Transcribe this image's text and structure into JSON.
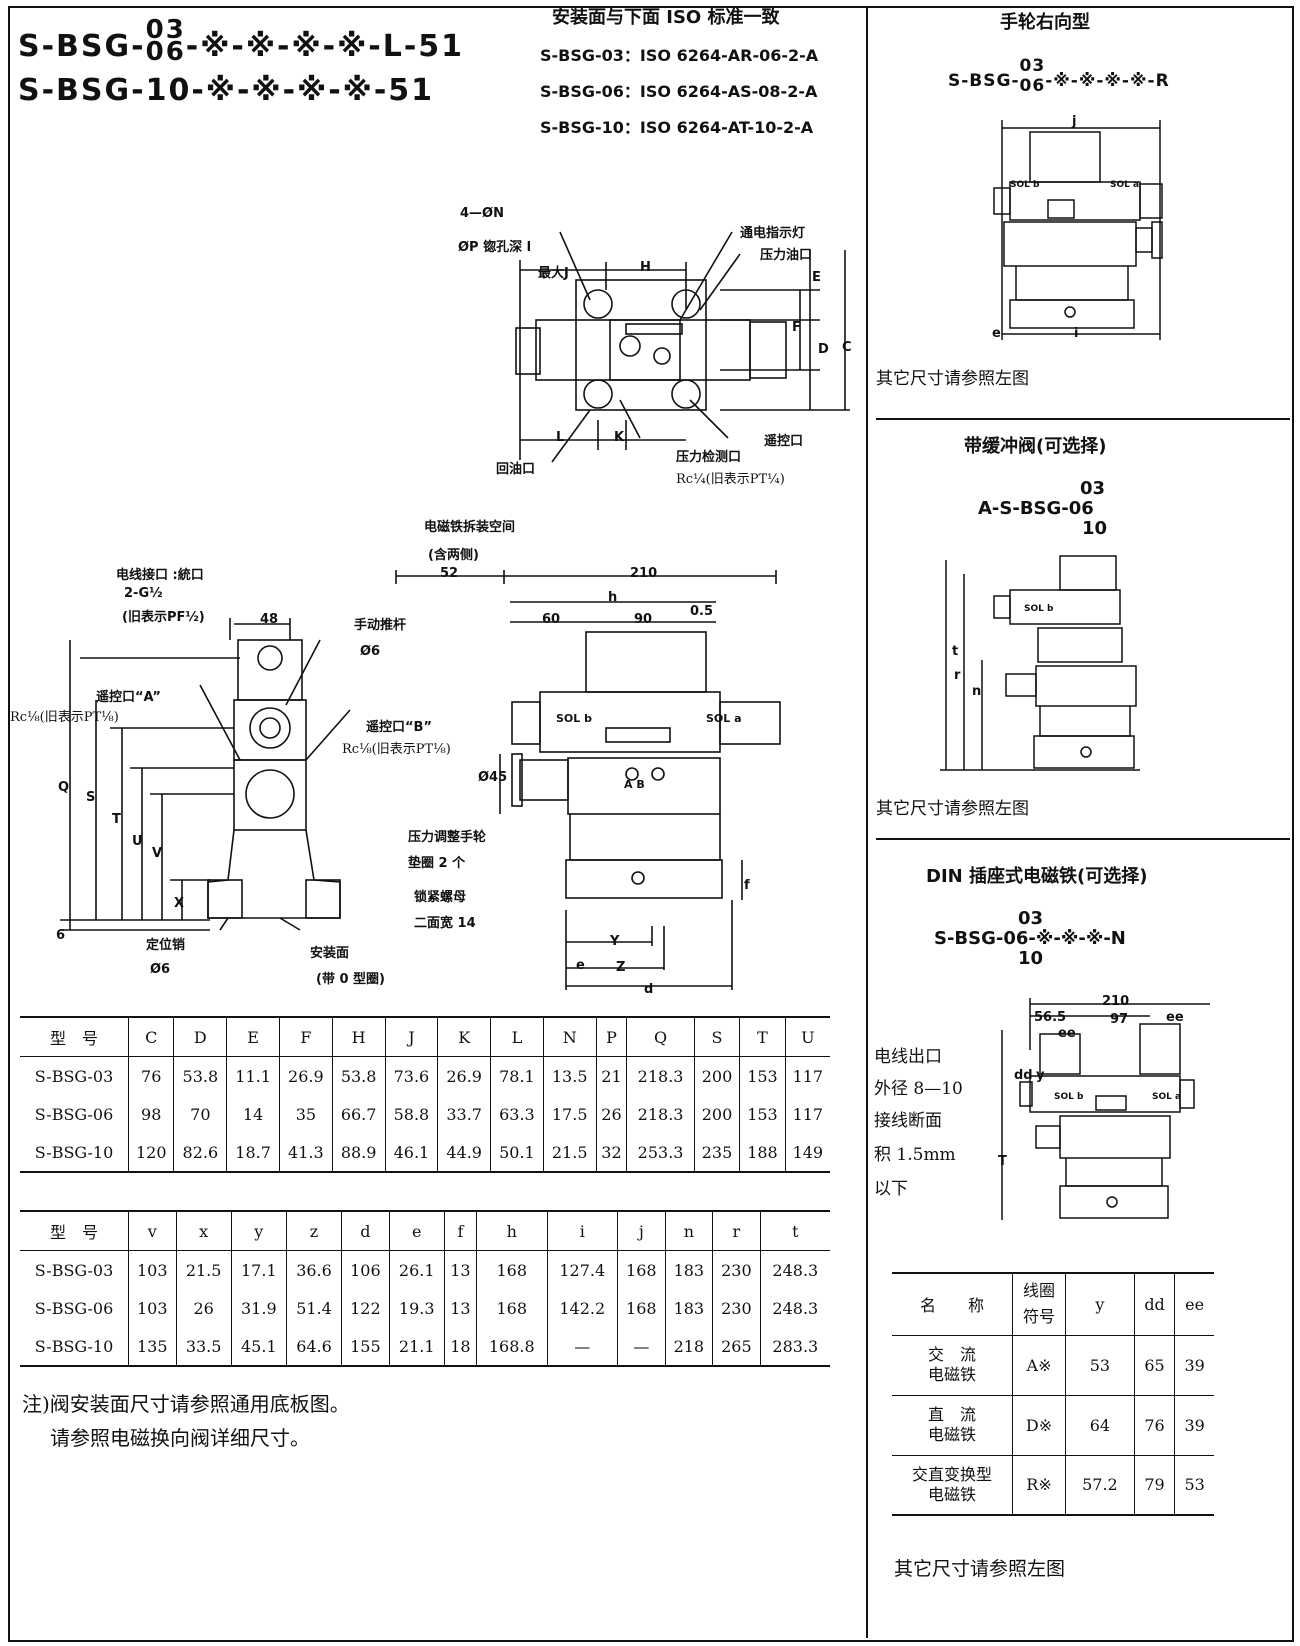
{
  "header": {
    "model_line1_prefix": "S-BSG-",
    "model_line1_top": "03",
    "model_line1_bottom": "06",
    "model_line1_suffix": "-※-※-※-※-L-51",
    "model_line2": "S-BSG-10-※-※-※-※-51"
  },
  "iso": {
    "title": "安装面与下面 ISO 标准一致",
    "lines": [
      "S-BSG-03：ISO 6264-AR-06-2-A",
      "S-BSG-06：ISO 6264-AS-08-2-A",
      "S-BSG-10：ISO 6264-AT-10-2-A"
    ]
  },
  "top_drawing": {
    "hole_spec": "4—ØN",
    "counterbore": "ØP 锪孔深 l",
    "max_j": "最大J",
    "h": "H",
    "indicator": "通电指示灯",
    "pressure_port": "压力油口",
    "e": "E",
    "f": "F",
    "d": "D",
    "c": "C",
    "l": "L",
    "k": "K",
    "return_port": "回油口",
    "check_port": "压力检测口",
    "check_spec": "Rc¼(旧表示PT¼)",
    "remote_port": "遥控口"
  },
  "side_drawing": {
    "wire_port": "电线接口 :統口",
    "wire_spec": "2-G½",
    "wire_old": "(旧表示PF½)",
    "dim_48": "48",
    "manual_pusher": "手动推杆",
    "manual_dia": "Ø6",
    "remote_a": "遥控口“A”",
    "remote_a_spec": "Rc⅛(旧表示PT⅛)",
    "remote_b": "遥控口“B”",
    "remote_b_spec": "Rc⅛(旧表示PT⅛)",
    "q": "Q",
    "s": "S",
    "t": "T",
    "u": "U",
    "v": "V",
    "x": "X",
    "six": "6",
    "locating_pin": "定位销",
    "pin_dia": "Ø6",
    "mount_face": "安装面",
    "o_ring": "(带 0 型圈)"
  },
  "front_drawing": {
    "removal_space": "电磁铁拆装空间",
    "both_sides": "(含两侧)",
    "dim_52": "52",
    "dim_210": "210",
    "h": "h",
    "dim_60": "60",
    "dim_90": "90",
    "dim_05": "0.5",
    "sol_b": "SOL b",
    "sol_a": "SOL a",
    "phi45": "Ø45",
    "ab": "A  B",
    "knob": "压力调整手轮",
    "washer": "垫圈 2 个",
    "nut": "锁紧螺母",
    "width": "二面宽 14",
    "y": "Y",
    "e": "e",
    "z": "Z",
    "d": "d",
    "f": "f"
  },
  "table1": {
    "headers": [
      "型　号",
      "C",
      "D",
      "E",
      "F",
      "H",
      "J",
      "K",
      "L",
      "N",
      "P",
      "Q",
      "S",
      "T",
      "U"
    ],
    "rows": [
      [
        "S-BSG-03",
        "76",
        "53.8",
        "11.1",
        "26.9",
        "53.8",
        "73.6",
        "26.9",
        "78.1",
        "13.5",
        "21",
        "218.3",
        "200",
        "153",
        "117"
      ],
      [
        "S-BSG-06",
        "98",
        "70",
        "14",
        "35",
        "66.7",
        "58.8",
        "33.7",
        "63.3",
        "17.5",
        "26",
        "218.3",
        "200",
        "153",
        "117"
      ],
      [
        "S-BSG-10",
        "120",
        "82.6",
        "18.7",
        "41.3",
        "88.9",
        "46.1",
        "44.9",
        "50.1",
        "21.5",
        "32",
        "253.3",
        "235",
        "188",
        "149"
      ]
    ]
  },
  "table2": {
    "headers": [
      "型　号",
      "v",
      "x",
      "y",
      "z",
      "d",
      "e",
      "f",
      "h",
      "i",
      "j",
      "n",
      "r",
      "t"
    ],
    "rows": [
      [
        "S-BSG-03",
        "103",
        "21.5",
        "17.1",
        "36.6",
        "106",
        "26.1",
        "13",
        "168",
        "127.4",
        "168",
        "183",
        "230",
        "248.3"
      ],
      [
        "S-BSG-06",
        "103",
        "26",
        "31.9",
        "51.4",
        "122",
        "19.3",
        "13",
        "168",
        "142.2",
        "168",
        "183",
        "230",
        "248.3"
      ],
      [
        "S-BSG-10",
        "135",
        "33.5",
        "45.1",
        "64.6",
        "155",
        "21.1",
        "18",
        "168.8",
        "—",
        "—",
        "218",
        "265",
        "283.3"
      ]
    ]
  },
  "notes": [
    "注)阀安装面尺寸请参照通用底板图。",
    "请参照电磁换向阀详细尺寸。"
  ],
  "right_panel": {
    "hand_title": "手轮右向型",
    "hand_model_prefix": "S-BSG-",
    "hand_model_top": "03",
    "hand_model_bottom": "06",
    "hand_model_suffix": "-※-※-※-※-R",
    "hand_j": "j",
    "hand_e": "e",
    "hand_i": "i",
    "hand_sol_a": "SOL a",
    "hand_sol_b": "SOL b",
    "hand_note": "其它尺寸请参照左图",
    "cushion_title": "带缓冲阀(可选择)",
    "cushion_top": "03",
    "cushion_mid": "A-S-BSG-06",
    "cushion_bottom": "10",
    "cushion_t": "t",
    "cushion_r": "r",
    "cushion_n": "n",
    "cushion_sol": "SOL b",
    "cushion_note": "其它尺寸请参照左图",
    "din_title": "DIN 插座式电磁铁(可选择)",
    "din_top": "03",
    "din_mid": "S-BSG-06-※-※-※-N",
    "din_bottom": "10",
    "din_210": "210",
    "din_565": "56.5",
    "din_97": "97",
    "din_ee": "ee",
    "din_ee2": "ee",
    "din_dd": "dd",
    "din_y": "y",
    "din_t": "T",
    "din_sol_b": "SOL b",
    "din_sol_a": "SOL a",
    "din_notes": [
      "电线出口",
      "外径 8—10",
      "接线断面",
      "积 1.5mm",
      "以下"
    ],
    "side_table": {
      "headers": [
        "名　　称",
        "线圈\n符号",
        "y",
        "dd",
        "ee"
      ],
      "rows": [
        [
          "交　流\n电磁铁",
          "A※",
          "53",
          "65",
          "39"
        ],
        [
          "直　流\n电磁铁",
          "D※",
          "64",
          "76",
          "39"
        ],
        [
          "交直变换型\n电磁铁",
          "R※",
          "57.2",
          "79",
          "53"
        ]
      ]
    },
    "final_note": "其它尺寸请参照左图"
  }
}
